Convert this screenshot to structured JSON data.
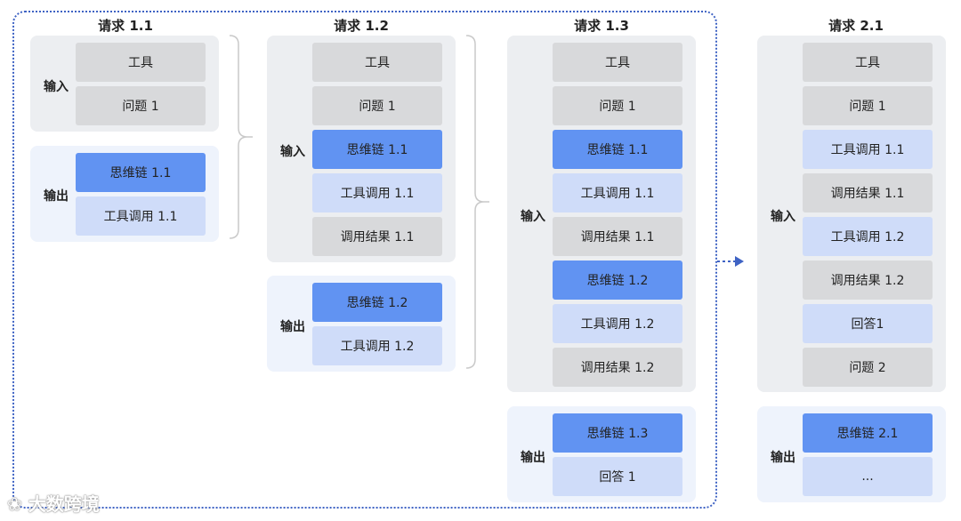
{
  "columns": [
    {
      "title": "请求 1.1",
      "input_label": "输入",
      "output_label": "输出",
      "inputs": [
        "工具",
        "问题 1"
      ],
      "outputs": [
        "思维链 1.1",
        "工具调用 1.1"
      ]
    },
    {
      "title": "请求 1.2",
      "input_label": "输入",
      "output_label": "输出",
      "inputs": [
        "工具",
        "问题 1",
        "思维链 1.1",
        "工具调用 1.1",
        "调用结果 1.1"
      ],
      "outputs": [
        "思维链 1.2",
        "工具调用 1.2"
      ]
    },
    {
      "title": "请求 1.3",
      "input_label": "输入",
      "output_label": "输出",
      "inputs": [
        "工具",
        "问题 1",
        "思维链 1.1",
        "工具调用 1.1",
        "调用结果 1.1",
        "思维链 1.2",
        "工具调用 1.2",
        "调用结果 1.2"
      ],
      "outputs": [
        "思维链 1.3",
        "回答 1"
      ]
    },
    {
      "title": "请求 2.1",
      "input_label": "输入",
      "output_label": "输出",
      "inputs": [
        "工具",
        "问题 1",
        "工具调用 1.1",
        "调用结果 1.1",
        "工具调用 1.2",
        "调用结果 1.2",
        "回答1",
        "问题 2"
      ],
      "outputs": [
        "思维链 2.1",
        "..."
      ]
    }
  ],
  "watermark": "大数跨境",
  "colors": {
    "gray_box": "#d8d9db",
    "light_blue_box": "#cfdcf9",
    "blue_box": "#6193f2",
    "frame": "#3f63c4"
  }
}
